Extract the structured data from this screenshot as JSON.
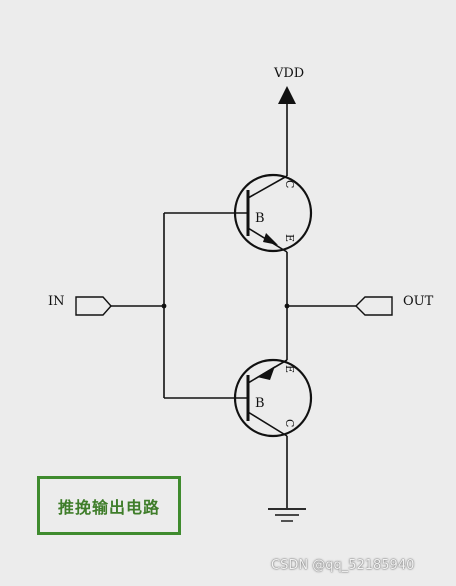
{
  "diagram": {
    "supply_label": "VDD",
    "input_label": "IN",
    "output_label": "OUT",
    "top_transistor": {
      "base": "B",
      "collector": "C",
      "emitter": "E"
    },
    "bottom_transistor": {
      "base": "B",
      "collector": "C",
      "emitter": "E"
    },
    "caption": "推挽输出电路",
    "caption_color": "#3f8b2e"
  },
  "watermark": "CSDN @qq_52185940"
}
